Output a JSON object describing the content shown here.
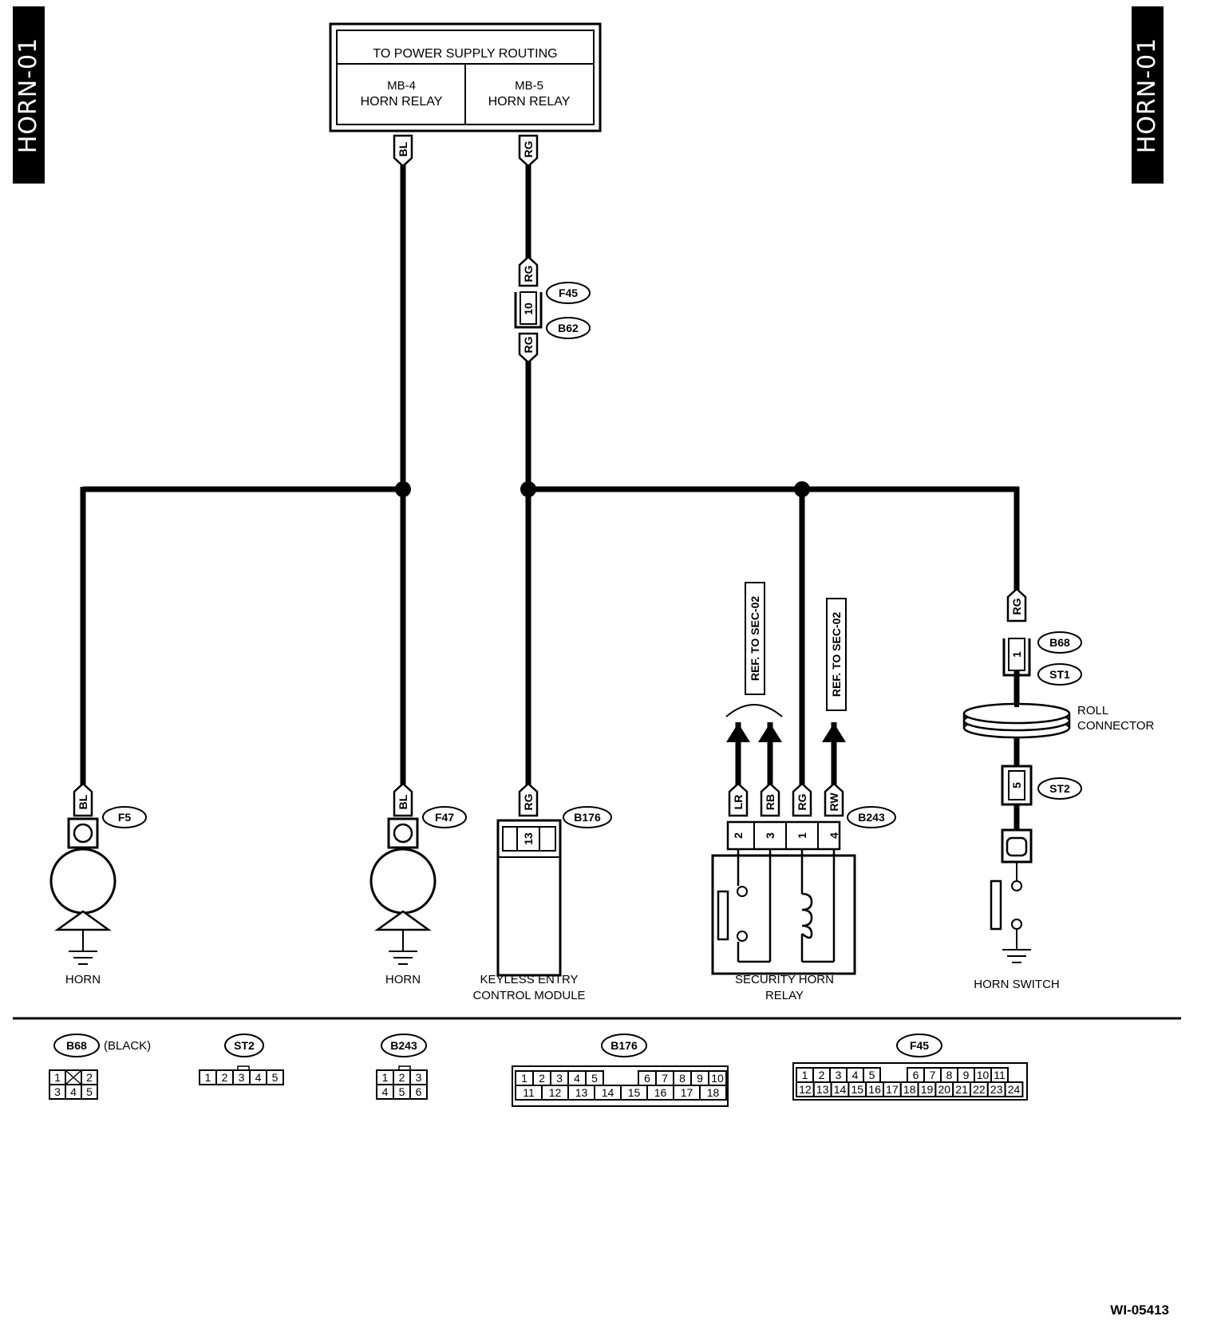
{
  "page": {
    "tab_label": "HORN-01",
    "doc_id": "WI-05413"
  },
  "power": {
    "title": "TO POWER SUPPLY ROUTING",
    "left": [
      "MB-4",
      "HORN RELAY"
    ],
    "right": [
      "MB-5",
      "HORN RELAY"
    ]
  },
  "wires": {
    "bl": "BL",
    "rg": "RG",
    "lr": "LR",
    "rb": "RB",
    "rw": "RW"
  },
  "connectors": {
    "f5": "F5",
    "f47": "F47",
    "f45": "F45",
    "b62": "B62",
    "b176": "B176",
    "b243": "B243",
    "b68": "B68",
    "st1": "ST1",
    "st2": "ST2"
  },
  "pins": {
    "f45_b62": "10",
    "b176": "13",
    "b243": [
      "2",
      "3",
      "1",
      "4"
    ],
    "b68": "1",
    "st2": "5"
  },
  "components": {
    "horn_left": "HORN",
    "horn_right": "HORN",
    "keyless": [
      "KEYLESS ENTRY",
      "CONTROL MODULE"
    ],
    "relay": [
      "SECURITY HORN",
      "RELAY"
    ],
    "roll": [
      "ROLL",
      "CONNECTOR"
    ],
    "horn_switch": "HORN SWITCH"
  },
  "refs": {
    "ref1": "REF. TO SEC-02",
    "ref2": "REF. TO SEC-02"
  },
  "legend": {
    "b68_note": "(BLACK)",
    "b68_rows": [
      [
        "1",
        "",
        "2"
      ],
      [
        "3",
        "4",
        "5"
      ]
    ],
    "st2_row": [
      "1",
      "2",
      "3",
      "4",
      "5"
    ],
    "b243_rows": [
      [
        "1",
        "2",
        "3"
      ],
      [
        "4",
        "5",
        "6"
      ]
    ],
    "b176_top": [
      "1",
      "2",
      "3",
      "4",
      "5",
      "",
      "6",
      "7",
      "8",
      "9",
      "10"
    ],
    "b176_bottom": [
      "11",
      "12",
      "13",
      "14",
      "15",
      "16",
      "17",
      "18"
    ],
    "f45_top": [
      "1",
      "2",
      "3",
      "4",
      "5",
      "",
      "6",
      "7",
      "8",
      "9",
      "10",
      "11"
    ],
    "f45_bottom": [
      "12",
      "13",
      "14",
      "15",
      "16",
      "17",
      "18",
      "19",
      "20",
      "21",
      "22",
      "23",
      "24"
    ]
  }
}
